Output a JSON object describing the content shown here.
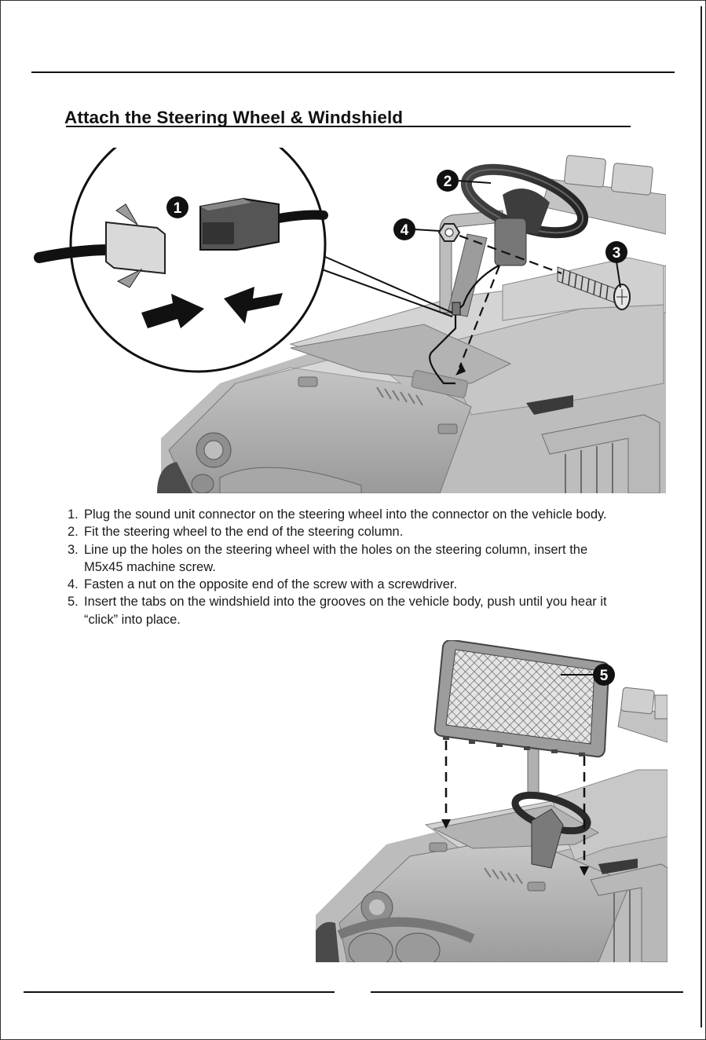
{
  "section": {
    "title": "Attach the Steering Wheel & Windshield"
  },
  "callouts": {
    "c1": "1",
    "c2": "2",
    "c3": "3",
    "c4": "4",
    "c5": "5"
  },
  "steps": [
    {
      "number": "1.",
      "lines": [
        "Plug the sound unit connector on the steering wheel into the connector on the vehicle body."
      ]
    },
    {
      "number": "2.",
      "lines": [
        "Fit the steering wheel to the end of the steering column."
      ]
    },
    {
      "number": "3.",
      "lines": [
        "Line up the holes on the steering wheel with the holes on the steering column, insert the",
        "M5x45 machine screw."
      ]
    },
    {
      "number": "4.",
      "lines": [
        "Fasten a nut on the opposite end of the screw with a screwdriver."
      ]
    },
    {
      "number": "5.",
      "lines": [
        "Insert the tabs on the windshield into the grooves on the vehicle body, push until you hear it",
        "“click” into place."
      ]
    }
  ]
}
